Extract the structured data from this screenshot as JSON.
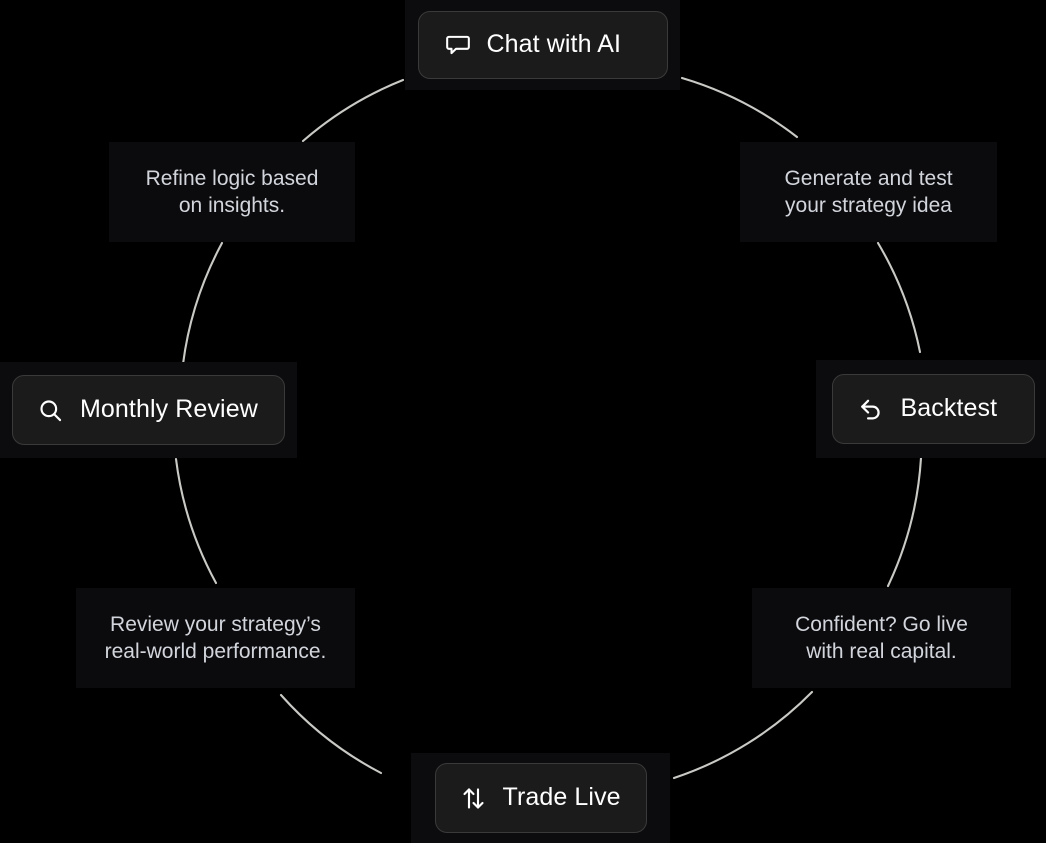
{
  "theme": {
    "page_background": "#000000",
    "node_wrapper_background": "#0c0c0e",
    "button_background": "#1b1b1b",
    "button_border": "#3a3a3a",
    "button_text": "#ffffff",
    "description_background": "#0b0b0d",
    "description_text": "#d2d5dc",
    "connector_line": "#c9c9c5"
  },
  "diagram": {
    "type": "cycle",
    "title": "",
    "nodes": [
      {
        "id": "chat-with-ai",
        "label": "Chat with AI",
        "icon": "chat-bubble-icon",
        "kind": "action",
        "position": "top"
      },
      {
        "id": "backtest",
        "label": "Backtest",
        "icon": "undo-arrow-icon",
        "kind": "action",
        "position": "right"
      },
      {
        "id": "trade-live",
        "label": "Trade Live",
        "icon": "arrows-up-down-icon",
        "kind": "action",
        "position": "bottom"
      },
      {
        "id": "monthly-review",
        "label": "Monthly Review",
        "icon": "search-icon",
        "kind": "action",
        "position": "left"
      }
    ],
    "descriptions": [
      {
        "id": "generate-and-test",
        "line1": "Generate and test",
        "line2": "your strategy idea",
        "position": "top-right"
      },
      {
        "id": "confident-go-live",
        "line1": "Confident? Go live",
        "line2": "with real capital.",
        "position": "bottom-right"
      },
      {
        "id": "review-performance",
        "line1": "Review your strategy’s",
        "line2": "real-world performance.",
        "position": "bottom-left"
      },
      {
        "id": "refine-logic",
        "line1": "Refine logic based",
        "line2": "on insights.",
        "position": "top-left"
      }
    ]
  }
}
